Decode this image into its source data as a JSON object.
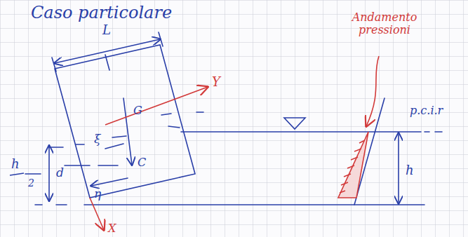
{
  "diagram": {
    "title": "Caso particolare",
    "labels": [
      "L",
      "Y",
      "G",
      "ξ",
      "C",
      "h",
      "2",
      "d",
      "η",
      "X",
      "Andamento pressioni",
      "p.c.i.r",
      "h"
    ]
  }
}
